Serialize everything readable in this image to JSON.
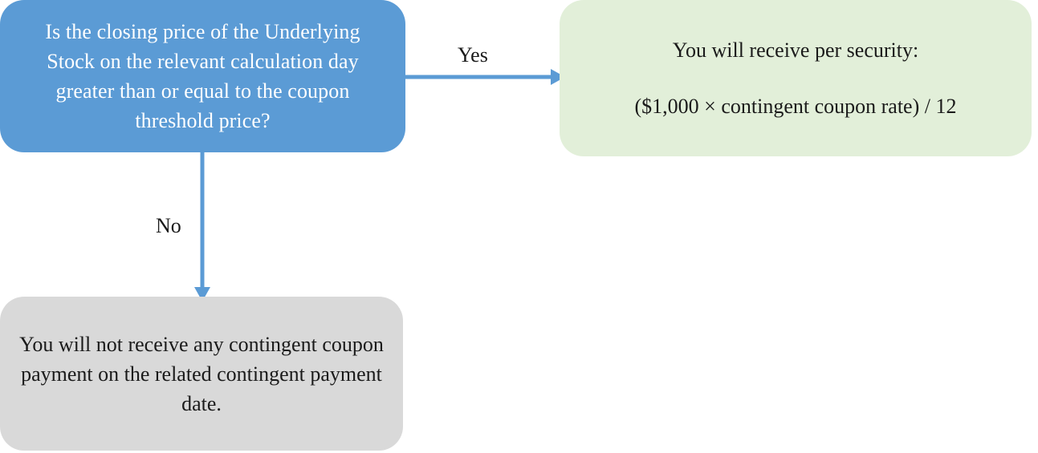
{
  "diagram": {
    "title": "Contingent coupon payment decision flowchart",
    "colors": {
      "decision_fill": "#5B9BD5",
      "decision_text": "#FFFFFF",
      "yes_outcome_fill": "#E2EFD9",
      "no_outcome_fill": "#D9D9D9",
      "outcome_text": "#1A1A1A",
      "connector": "#5B9BD5",
      "background": "#FFFFFF"
    },
    "decision": {
      "id": "closing-price-vs-coupon-threshold",
      "text": "Is the closing price of the Underlying Stock on the relevant calculation day greater than or equal to the coupon threshold price?"
    },
    "edges": [
      {
        "id": "yes-edge",
        "label": "Yes",
        "from": "decision",
        "to": "yes-outcome",
        "direction": "right"
      },
      {
        "id": "no-edge",
        "label": "No",
        "from": "decision",
        "to": "no-outcome",
        "direction": "down"
      }
    ],
    "yes_outcome": {
      "id": "receive-coupon",
      "line_1": "You will receive per security:",
      "line_2": "($1,000 × contingent coupon rate) / 12"
    },
    "no_outcome": {
      "id": "no-coupon",
      "text": "You will not receive any contingent coupon payment on the related contingent payment date."
    }
  }
}
